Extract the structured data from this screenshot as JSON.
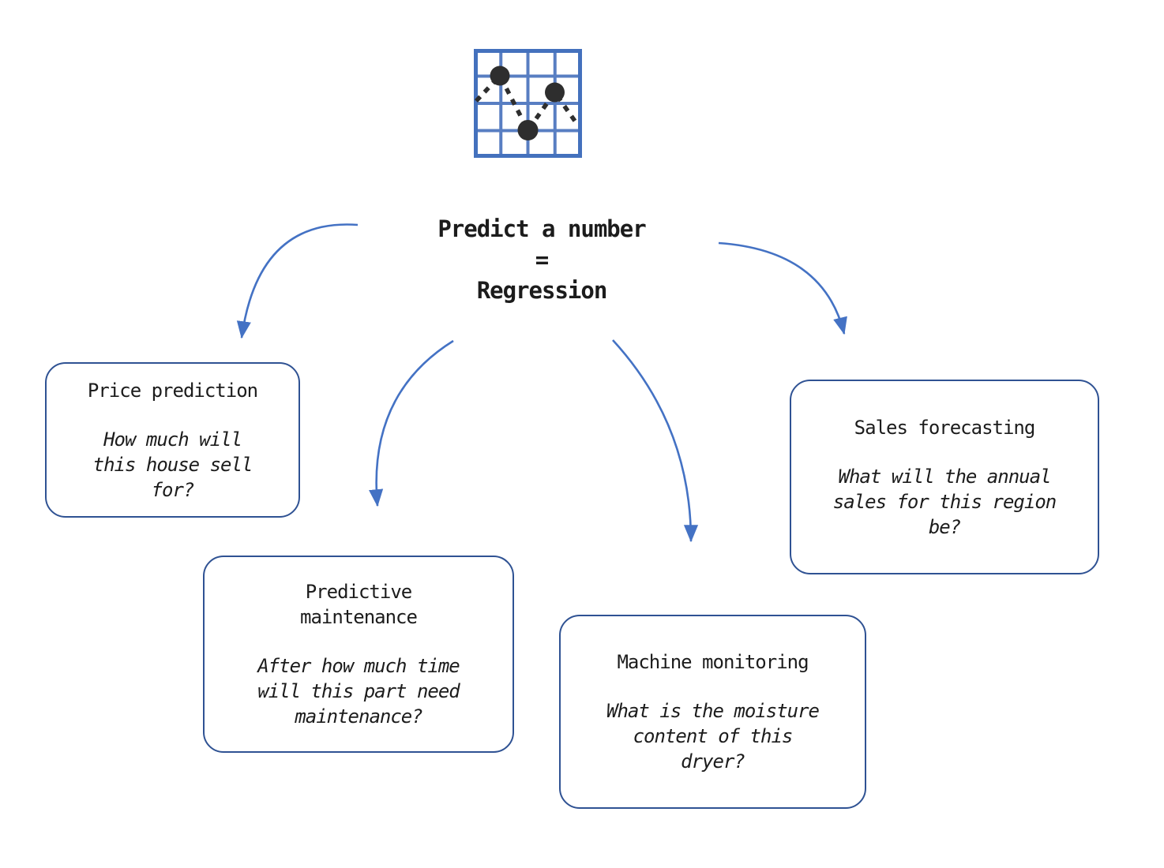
{
  "title": {
    "lines": [
      "Predict a number",
      "=",
      "Regression"
    ]
  },
  "icon": {
    "name": "scatter-plot-chart-icon"
  },
  "nodes": [
    {
      "id": "price-prediction",
      "title": [
        "Price prediction"
      ],
      "question": [
        "How much will",
        "this house sell",
        "for?"
      ]
    },
    {
      "id": "predictive-maintenance",
      "title": [
        "Predictive",
        "maintenance"
      ],
      "question": [
        "After how much time",
        "will this part need",
        "maintenance?"
      ]
    },
    {
      "id": "machine-monitoring",
      "title": [
        "Machine monitoring"
      ],
      "question": [
        "What is the moisture",
        "content of this",
        "dryer?"
      ]
    },
    {
      "id": "sales-forecasting",
      "title": [
        "Sales forecasting"
      ],
      "question": [
        "What will the annual",
        "sales for this region",
        "be?"
      ]
    }
  ],
  "colors": {
    "arrow": "#4472C4",
    "box_border": "#2F5293",
    "text": "#1C1C1C",
    "icon_frame": "#4471BD",
    "icon_grid": "#587EC2",
    "icon_point": "#2E2E2E"
  }
}
